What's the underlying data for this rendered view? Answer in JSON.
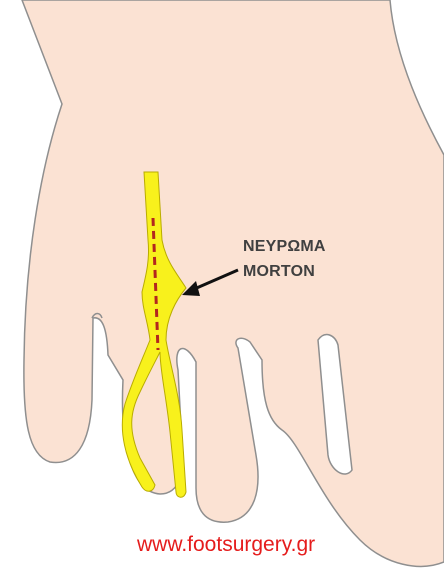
{
  "annotation": {
    "line1": "ΝΕΥΡΩΜΑ",
    "line2": "MORTON"
  },
  "watermark": {
    "text": "www.footsurgery.gr",
    "color": "#e51c1c"
  },
  "colors": {
    "skin": "#fbe2d3",
    "outline": "#8f8f8f",
    "nerve": "#f8f11c",
    "nerve_outline": "#b9ac00",
    "dashed_line": "#b3261e",
    "arrow": "#111111",
    "label": "#404040"
  }
}
